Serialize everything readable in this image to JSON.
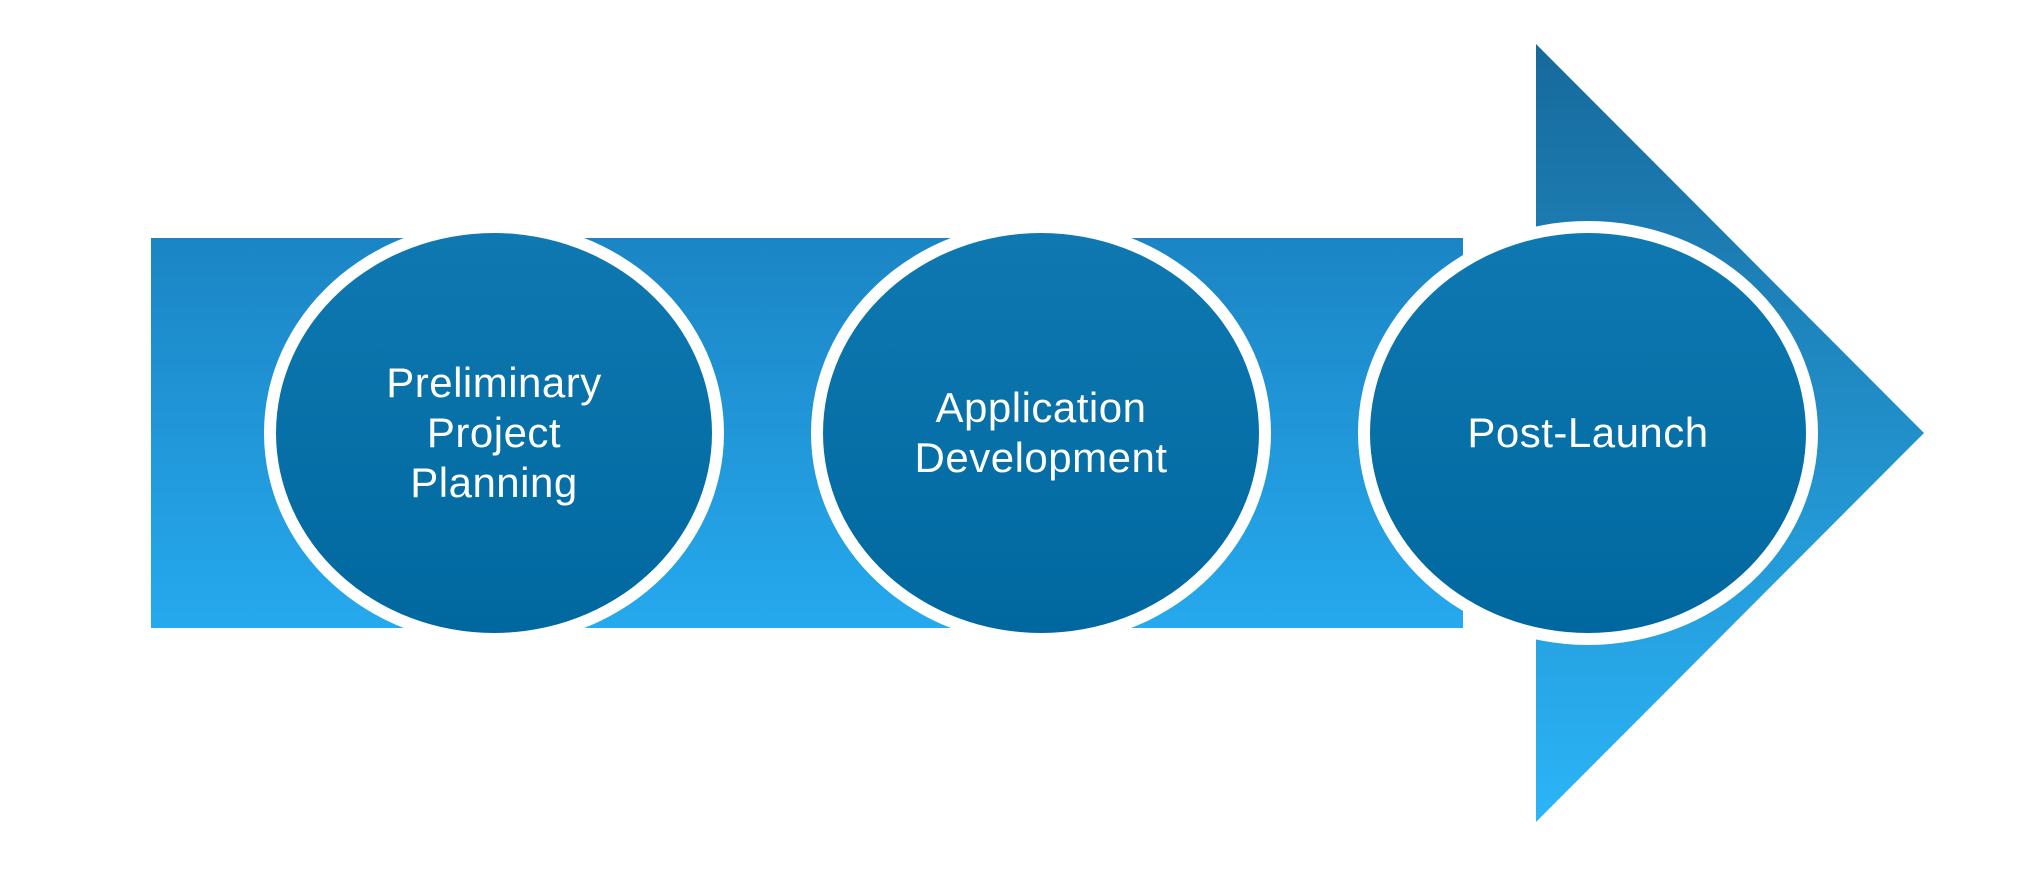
{
  "stages": [
    {
      "label": "Preliminary\nProject\nPlanning"
    },
    {
      "label": "Application\nDevelopment"
    },
    {
      "label": "Post-Launch"
    }
  ],
  "colors": {
    "background": "#ffffff",
    "band-top": "#1b85c4",
    "band-bottom": "#26a9ee",
    "head-top": "#17699b",
    "head-bottom": "#2bb5f8",
    "circle-top": "#0f78b0",
    "circle-bottom": "#00689f",
    "ring": "#ffffff",
    "text": "#ffffff"
  }
}
